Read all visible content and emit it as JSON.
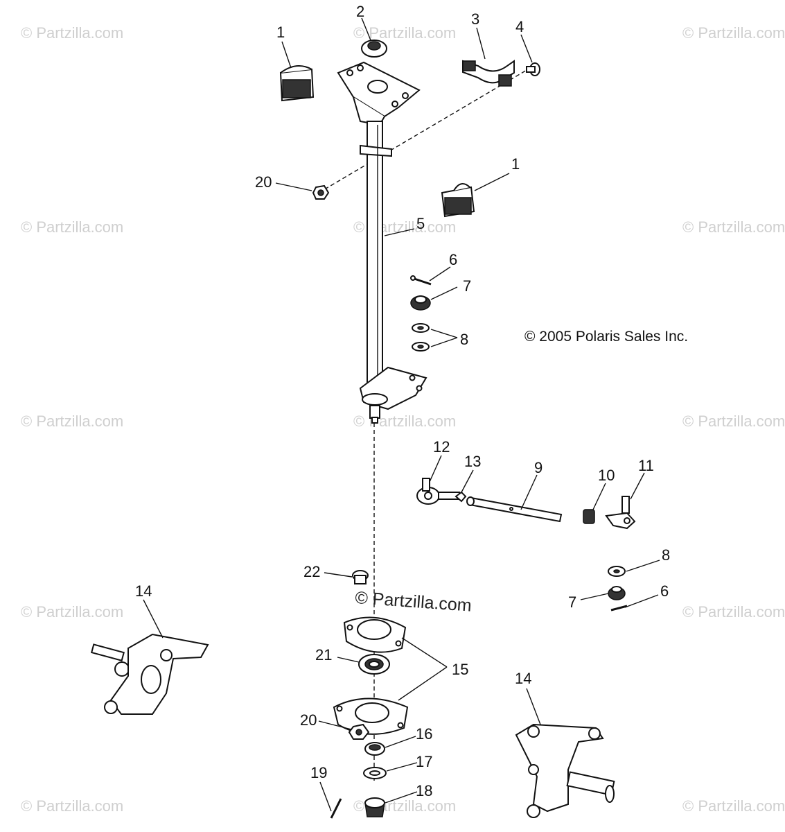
{
  "watermark_text": "© Partzilla.com",
  "center_watermark": "© Partzilla.com",
  "copyright": "© 2005 Polaris Sales Inc.",
  "callouts": {
    "c1a": "1",
    "c1b": "1",
    "c2": "2",
    "c3": "3",
    "c4": "4",
    "c5": "5",
    "c6a": "6",
    "c6b": "6",
    "c7a": "7",
    "c7b": "7",
    "c8a": "8",
    "c8b": "8",
    "c9": "9",
    "c10": "10",
    "c11": "11",
    "c12": "12",
    "c13": "13",
    "c14a": "14",
    "c14b": "14",
    "c15": "15",
    "c16": "16",
    "c17": "17",
    "c18": "18",
    "c19": "19",
    "c20a": "20",
    "c20b": "20",
    "c21": "21",
    "c22": "22"
  }
}
